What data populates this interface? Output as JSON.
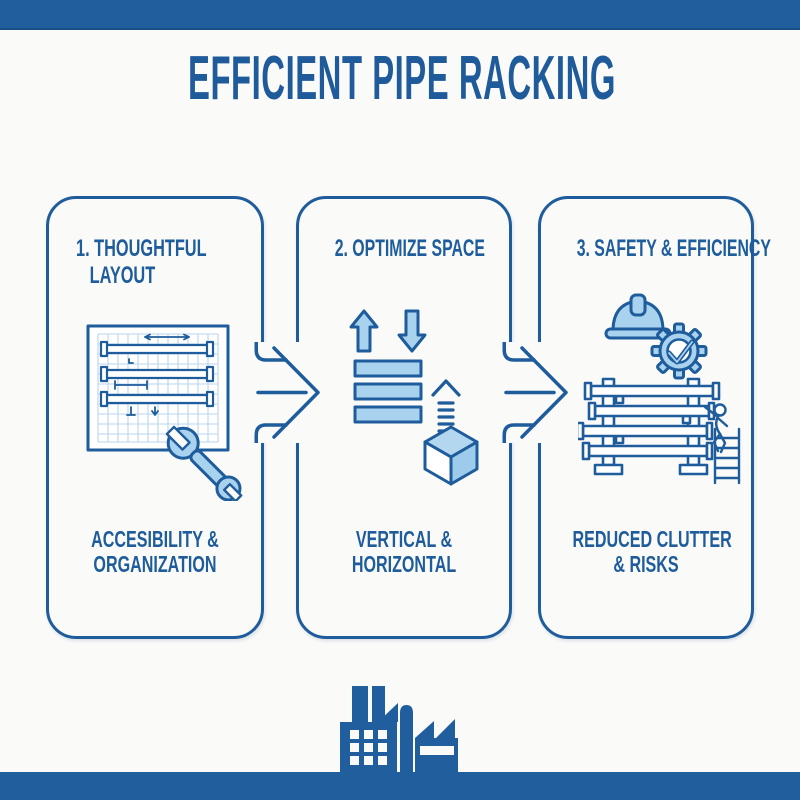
{
  "title": "EFFICIENT PIPE RACKING",
  "panels": [
    {
      "heading_lines": [
        "1. THOUGHTFUL",
        "LAYOUT"
      ],
      "caption_lines": [
        "ACCESIBILITY &",
        "ORGANIZATION"
      ],
      "icon": "blueprint-wrench-icon"
    },
    {
      "heading_lines": [
        "2. OPTIMIZE SPACE"
      ],
      "caption_lines": [
        "VERTICAL &",
        "HORIZONTAL"
      ],
      "icon": "stack-arrows-cube-icon"
    },
    {
      "heading_lines": [
        "3. SAFETY & EFFICIENCY"
      ],
      "caption_lines": [
        "REDUCED CLUTTER",
        "& RISKS"
      ],
      "icon": "hardhat-gear-rack-icon"
    }
  ],
  "connectors": [
    "flow-arrow-icon",
    "flow-arrow-icon"
  ],
  "footer": {
    "icon": "factory-icon"
  },
  "colors": {
    "primary_line": "#1e5c9c",
    "bar_blue": "#215e9d",
    "light_blue_fill": "#a9d2ee",
    "lighter_blue_fill": "#cfe4f6",
    "grid_blue": "#b9d6ef",
    "background": "#fafaf8",
    "paper": "#ffffff"
  }
}
